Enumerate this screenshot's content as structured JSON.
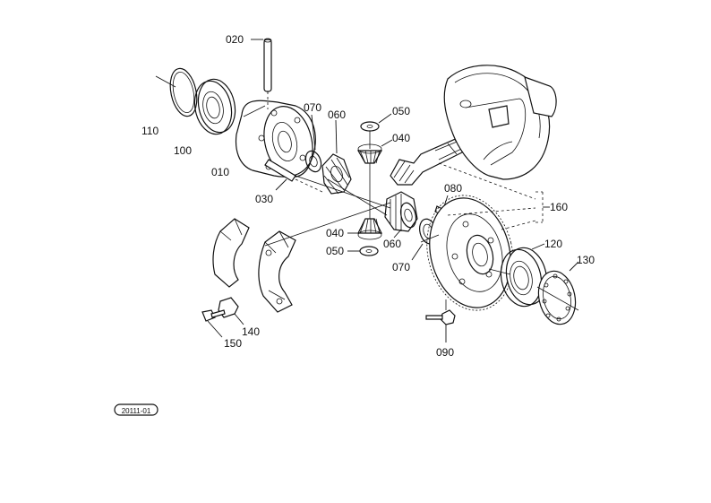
{
  "labels": {
    "p020": "020",
    "p050_top": "050",
    "p070_top": "070",
    "p060_top": "060",
    "p040_top": "040",
    "p110": "110",
    "p100": "100",
    "p010": "010",
    "p030": "030",
    "p080": "080",
    "p160": "160",
    "p040_bot": "040",
    "p060_bot": "060",
    "p050_bot": "050",
    "p070_bot": "070",
    "p120": "120",
    "p130": "130",
    "p140": "140",
    "p150": "150",
    "p090": "090"
  },
  "figure_id": "20111-01"
}
